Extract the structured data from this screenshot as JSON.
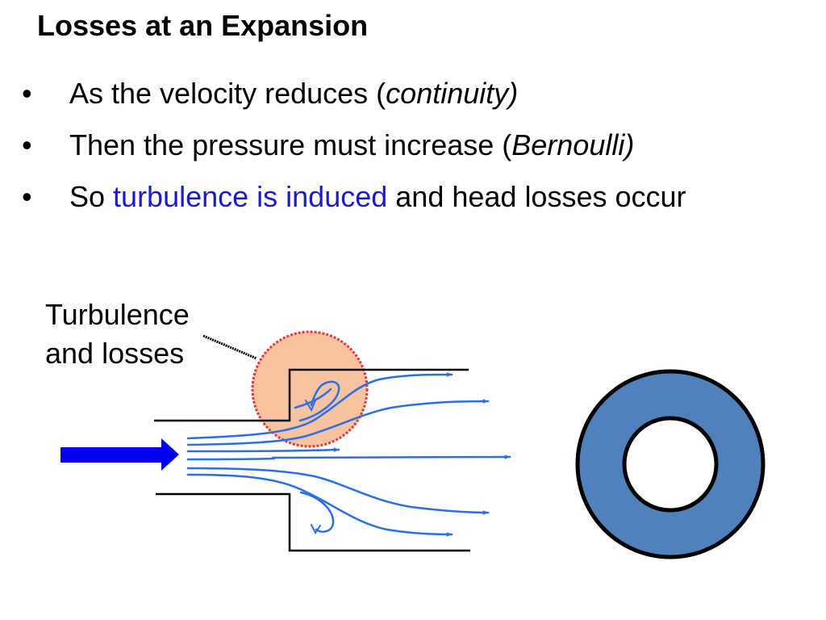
{
  "title": "Losses at an Expansion",
  "bullets": {
    "b1": {
      "marker": "•",
      "pre": "As the velocity reduces (",
      "em": "continuity)",
      "post": ""
    },
    "b2": {
      "marker": "•",
      "pre": "Then the pressure must increase (",
      "em": "Bernoulli)",
      "post": ""
    },
    "b3": {
      "marker": "•",
      "pre": "So ",
      "highlight": "turbulence is induced",
      "post": " and head losses occur"
    }
  },
  "annotation": {
    "line1": "Turbulence",
    "line2": "and losses"
  },
  "colors": {
    "flow_arrow": "#0000ee",
    "streamline": "#2a6ee8",
    "highlight_text": "#1a1ad6",
    "turbulence_fill": "#f8c3a0",
    "turbulence_stroke": "#e03a3a",
    "annulus_fill": "#4f81bd",
    "outline": "#000000"
  },
  "icons": {
    "inlet_arrow": "right-arrow-icon",
    "eddy": "eddy-swirl-icon"
  }
}
